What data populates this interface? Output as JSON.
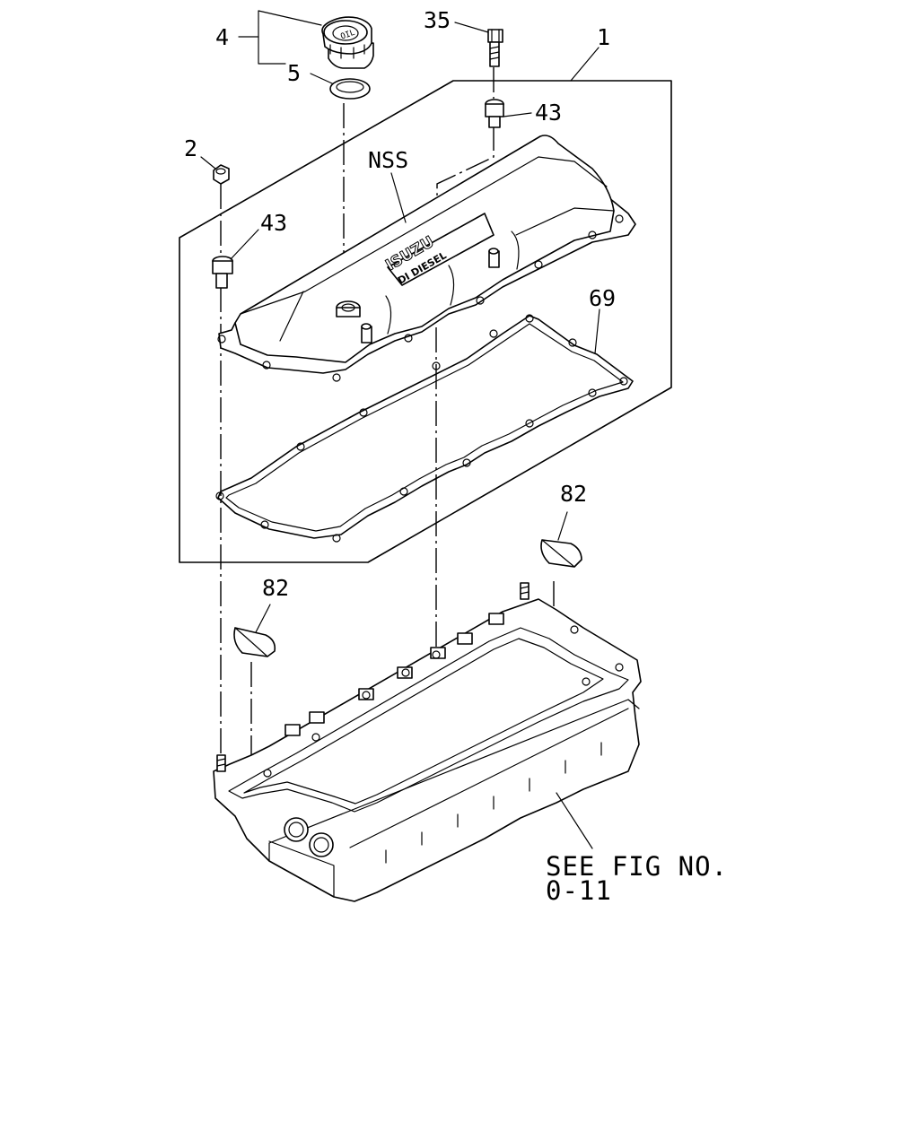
{
  "diagram": {
    "callouts": {
      "part_1": "1",
      "part_2": "2",
      "part_4": "4",
      "part_5": "5",
      "part_35": "35",
      "part_43_upper": "43",
      "part_43_lower": "43",
      "part_69": "69",
      "part_82_right": "82",
      "part_82_left": "82",
      "nss": "NSS"
    },
    "emblem": {
      "brand": "ISUZU",
      "subtitle": "DI DIESEL"
    },
    "cap_marking": "OIL",
    "reference": {
      "line1": "SEE FIG NO.",
      "line2": "0-11"
    }
  }
}
